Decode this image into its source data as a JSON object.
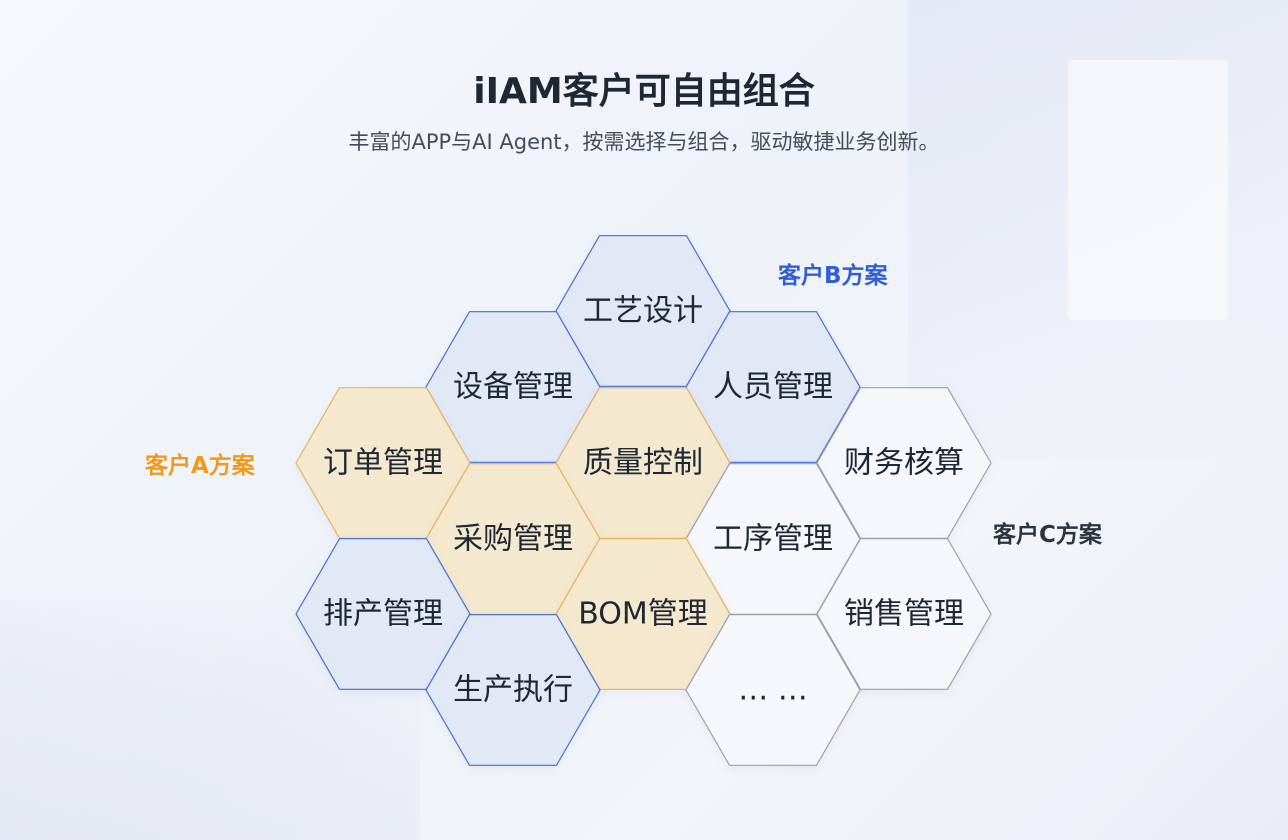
{
  "header": {
    "title": "iIAM客户可自由组合",
    "subtitle": "丰富的APP与AI Agent，按需选择与组合，驱动敏捷业务创新。"
  },
  "schemes": {
    "a": "客户A方案",
    "b": "客户B方案",
    "c": "客户C方案"
  },
  "modules": [
    {
      "id": "process-design",
      "label": "工艺设计",
      "group": "b"
    },
    {
      "id": "equipment-mgmt",
      "label": "设备管理",
      "group": "b"
    },
    {
      "id": "personnel-mgmt",
      "label": "人员管理",
      "group": "b"
    },
    {
      "id": "order-mgmt",
      "label": "订单管理",
      "group": "a"
    },
    {
      "id": "quality-control",
      "label": "质量控制",
      "group": "a"
    },
    {
      "id": "finance-accounting",
      "label": "财务核算",
      "group": "c"
    },
    {
      "id": "purchase-mgmt",
      "label": "采购管理",
      "group": "a"
    },
    {
      "id": "procedure-mgmt",
      "label": "工序管理",
      "group": "c"
    },
    {
      "id": "scheduling-mgmt",
      "label": "排产管理",
      "group": "b"
    },
    {
      "id": "bom-mgmt",
      "label": "BOM管理",
      "group": "a"
    },
    {
      "id": "sales-mgmt",
      "label": "销售管理",
      "group": "c"
    },
    {
      "id": "production-exec",
      "label": "生产执行",
      "group": "b"
    },
    {
      "id": "more",
      "label": "… …",
      "group": "c"
    }
  ],
  "colors": {
    "a_fill": "#f7e7c8",
    "a_stroke": "#e6b45c",
    "b_fill": "#e2e8f6",
    "b_stroke": "#3f6fd8",
    "c_fill": "#f8f9fb",
    "c_stroke": "#9aa1ad"
  }
}
